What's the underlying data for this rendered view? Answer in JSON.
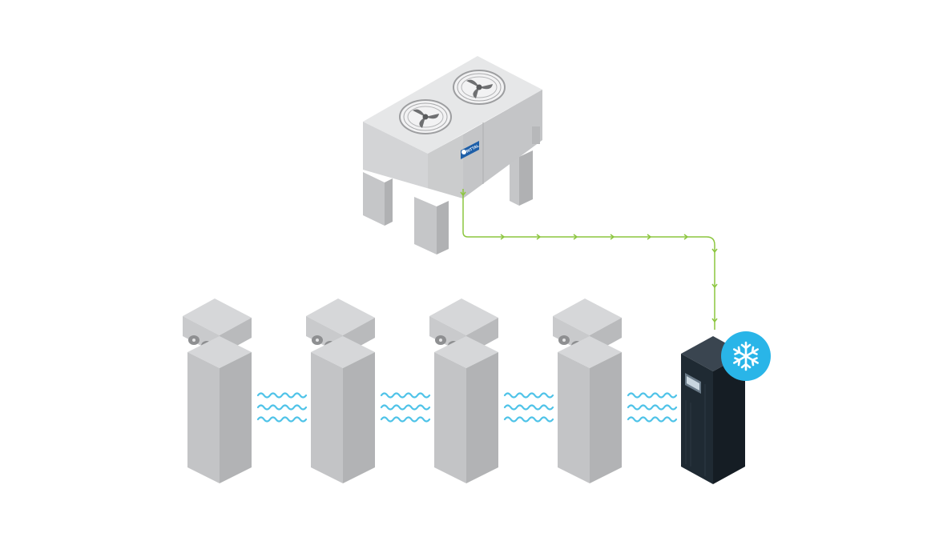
{
  "colors": {
    "background": "#ffffff",
    "pipe": "#8cc63f",
    "air_wave": "#4fc3e8",
    "rack_top": "#d6d7d9",
    "rack_left": "#c3c4c6",
    "rack_right": "#b2b3b5",
    "cooler_dark": "#1f2a33",
    "badge": "#29b5e8",
    "condenser_top": "#e3e4e6",
    "condenser_side": "#c9cacc",
    "brand_plate": "#1e5fa8"
  },
  "icons": {
    "condenser": "outdoor-condenser-icon",
    "fan": "fan-icon",
    "rack": "server-rack-icon",
    "cooler": "precision-cooling-unit-icon",
    "badge": "snowflake-icon",
    "airflow": "airflow-waves-icon",
    "pipe": "refrigerant-pipe-icon"
  },
  "condenser": {
    "fan_count": 2,
    "brand": "RITTAL"
  },
  "racks": {
    "count": 4
  },
  "airflow": {
    "wave_groups": 4,
    "lines_per_group": 3
  }
}
